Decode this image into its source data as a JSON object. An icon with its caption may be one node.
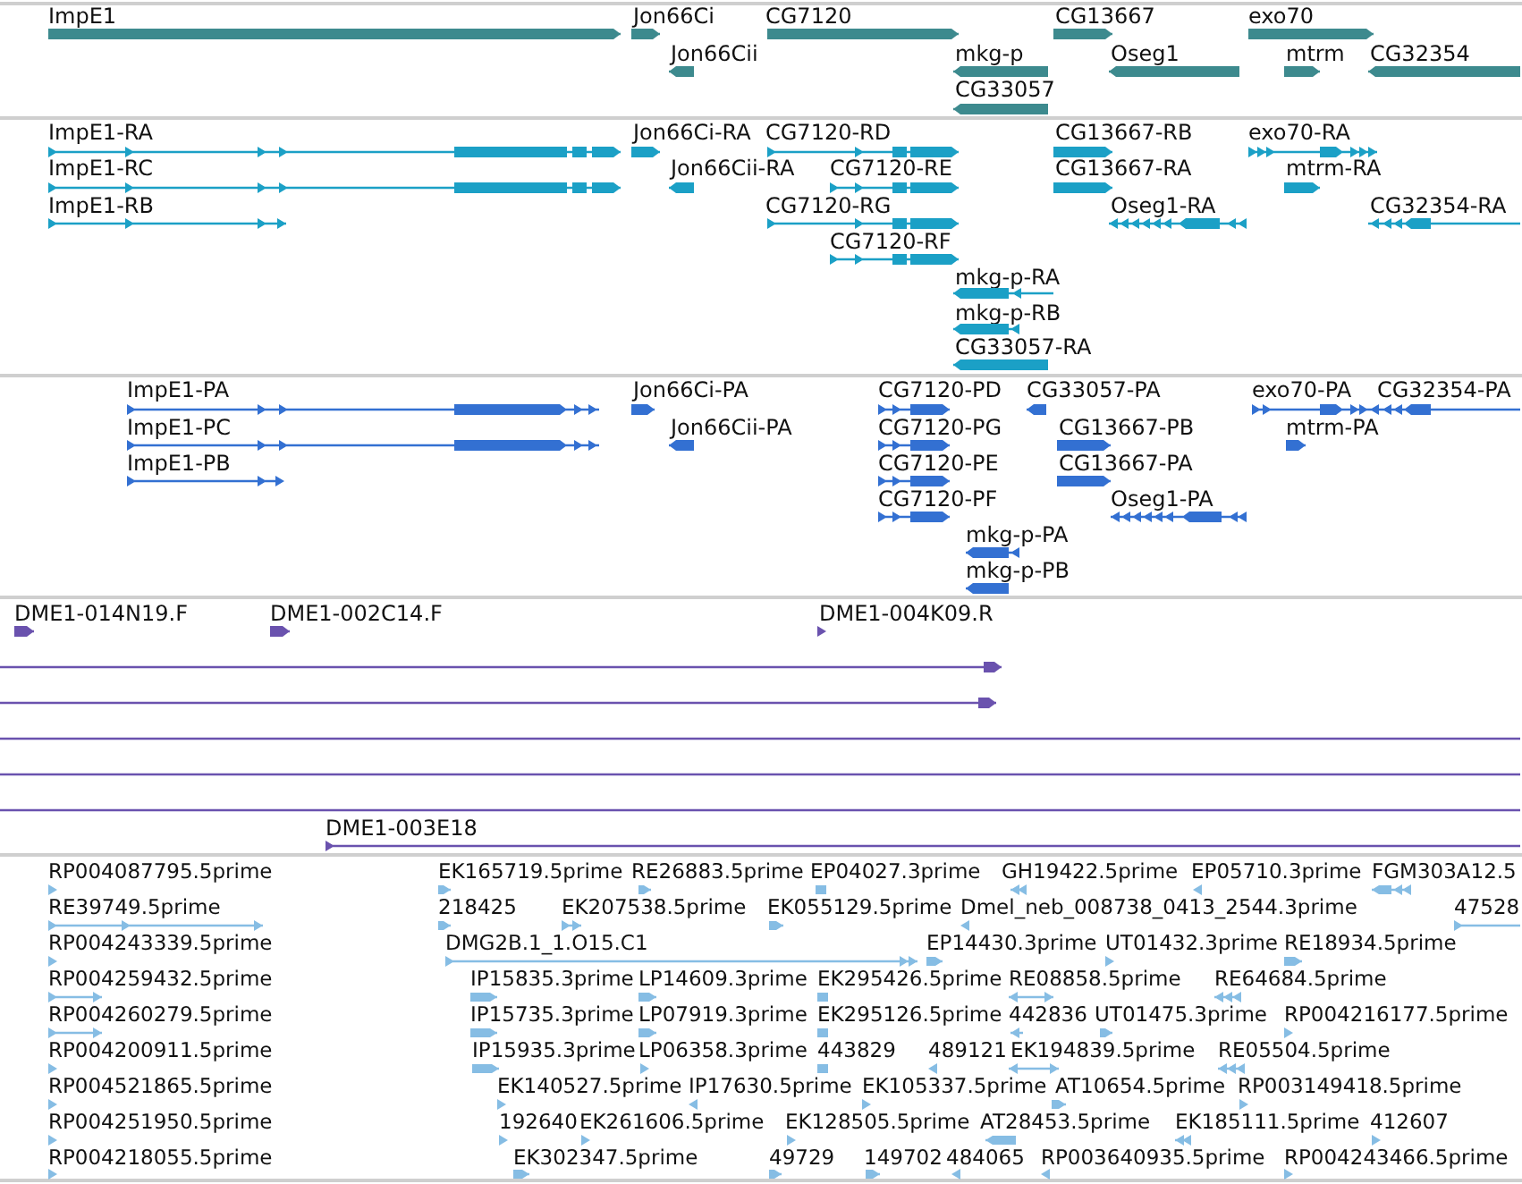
{
  "diagram": {
    "labels": [
      "ImpE1",
      "Jon66Ci",
      "CG7120",
      "CG13667",
      "exo70",
      "Jon66Cii",
      "mkg-p",
      "Oseg1",
      "mtrm",
      "CG32354",
      "CG33057",
      "ImpE1-RA",
      "Jon66Ci-RA",
      "CG7120-RD",
      "CG13667-RB",
      "exo70-RA",
      "ImpE1-RC",
      "Jon66Cii-RA",
      "CG7120-RE",
      "CG13667-RA",
      "mtrm-RA",
      "ImpE1-RB",
      "CG7120-RG",
      "Oseg1-RA",
      "CG32354-RA",
      "CG7120-RF",
      "mkg-p-RA",
      "mkg-p-RB",
      "CG33057-RA",
      "ImpE1-PA",
      "Jon66Ci-PA",
      "CG7120-PD",
      "CG33057-PA",
      "exo70-PA",
      "CG32354-PA",
      "ImpE1-PC",
      "Jon66Cii-PA",
      "CG7120-PG",
      "CG13667-PB",
      "mtrm-PA",
      "ImpE1-PB",
      "CG7120-PE",
      "CG13667-PA",
      "CG7120-PF",
      "Oseg1-PA",
      "mkg-p-PA",
      "mkg-p-PB",
      "DME1-014N19.F",
      "DME1-002C14.F",
      "DME1-004K09.R",
      "DME1-003E18",
      "RP004087795.5prime",
      "EK165719.5prime",
      "RE26883.5prime",
      "EP04027.3prime",
      "GH19422.5prime",
      "EP05710.3prime",
      "FGM303A12.5",
      "RE39749.5prime",
      "218425",
      "EK207538.5prime",
      "EK055129.5prime",
      "Dmel_neb_008738_0413_2544.3prime",
      "47528",
      "RP004243339.5prime",
      "DMG2B.1_1.O15.C1",
      "EP14430.3prime",
      "UT01432.3prime",
      "RE18934.5prime",
      "RP004259432.5prime",
      "IP15835.3prime",
      "LP14609.3prime",
      "EK295426.5prime",
      "RE08858.5prime",
      "RE64684.5prime",
      "RP004260279.5prime",
      "IP15735.3prime",
      "LP07919.3prime",
      "EK295126.5prime",
      "442836",
      "UT01475.3prime",
      "RP004216177.5prime",
      "RP004200911.5prime",
      "IP15935.3prime",
      "LP06358.3prime",
      "443829",
      "489121",
      "EK194839.5prime",
      "RE05504.5prime",
      "RP004521865.5prime",
      "EK140527.5prime",
      "IP17630.5prime",
      "EK105337.5prime",
      "AT10654.5prime",
      "RP003149418.5prime",
      "RP004251950.5prime",
      "192640",
      "EK261606.5prime",
      "EK128505.5prime",
      "AT28453.5prime",
      "EK185111.5prime",
      "412607",
      "RP004218055.5prime",
      "EK302347.5prime",
      "49729",
      "149702",
      "484065",
      "RP003640935.5prime",
      "RP004243466.5prime"
    ]
  }
}
